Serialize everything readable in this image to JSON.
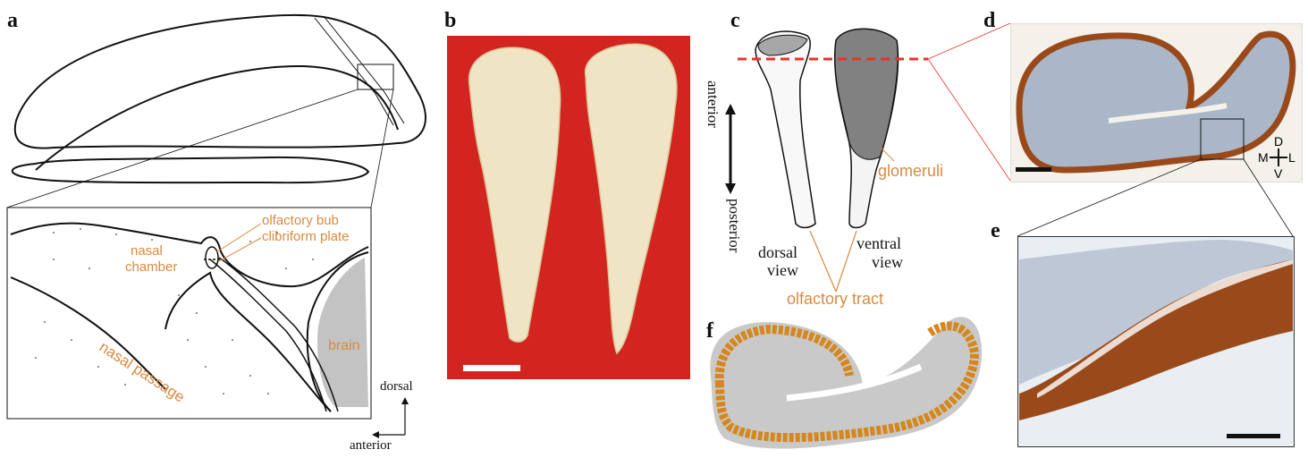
{
  "panels": {
    "a": {
      "label": "a",
      "labels": {
        "olfactory_bulb": "olfactory bub",
        "cribriform_plate": "clibriform plate",
        "nasal_chamber_1": "nasal",
        "nasal_chamber_2": "chamber",
        "nasal_passage": "nasal passage",
        "brain": "brain",
        "dorsal": "dorsal",
        "anterior": "anterior"
      }
    },
    "b": {
      "label": "b"
    },
    "c": {
      "label": "c",
      "labels": {
        "anterior": "anterior",
        "posterior": "posterior",
        "glomeruli": "glomeruli",
        "dorsal_view_1": "dorsal",
        "dorsal_view_2": "view",
        "ventral_view_1": "ventral",
        "ventral_view_2": "view",
        "olfactory_tract": "olfactory tract"
      }
    },
    "d": {
      "label": "d",
      "compass": {
        "D": "D",
        "M": "M",
        "L": "L",
        "V": "V"
      }
    },
    "e": {
      "label": "e"
    },
    "f": {
      "label": "f"
    }
  },
  "colors": {
    "annotation_orange": "#d98a3f",
    "dashed_red": "#e8332a",
    "photo_red_background": "#d3251f",
    "tissue_cream": "#efe4c4",
    "tissue_gray": "#c9c9c9",
    "glomeruli_orange": "#d4871e",
    "stain_brown": "#9a4a1a",
    "stain_blue": "#a9b7c9"
  }
}
